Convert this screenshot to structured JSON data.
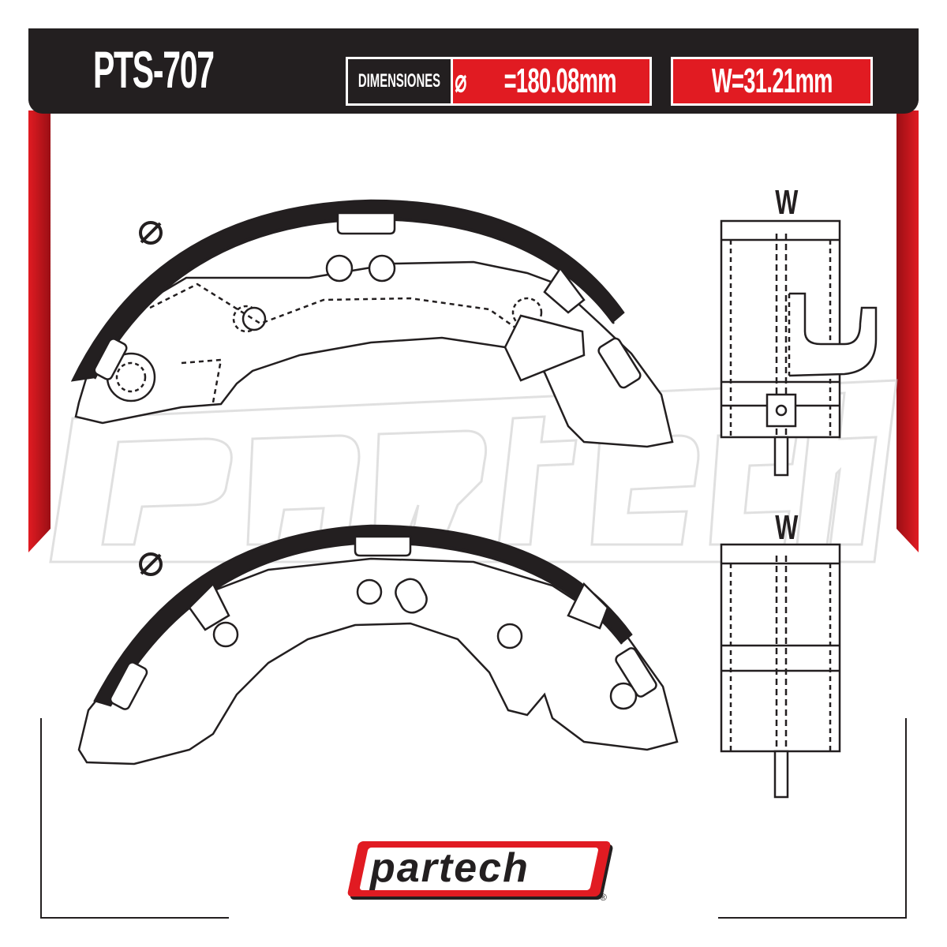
{
  "header": {
    "part_number": "PTS-707",
    "dimensions_label": "DIMENSIONES",
    "diameter_value": "=180.08mm",
    "width_value": "W=31.21mm"
  },
  "views": {
    "top_width_label": "W",
    "bottom_width_label": "W"
  },
  "icons": {
    "diameter_icon": "diameter-icon"
  },
  "watermark": {
    "text": "partech"
  },
  "brand": {
    "logo_text": "partech",
    "registered_mark": "®"
  },
  "colors": {
    "brand_red": "#e11b22",
    "header_black": "#231f20",
    "background": "#ffffff"
  }
}
